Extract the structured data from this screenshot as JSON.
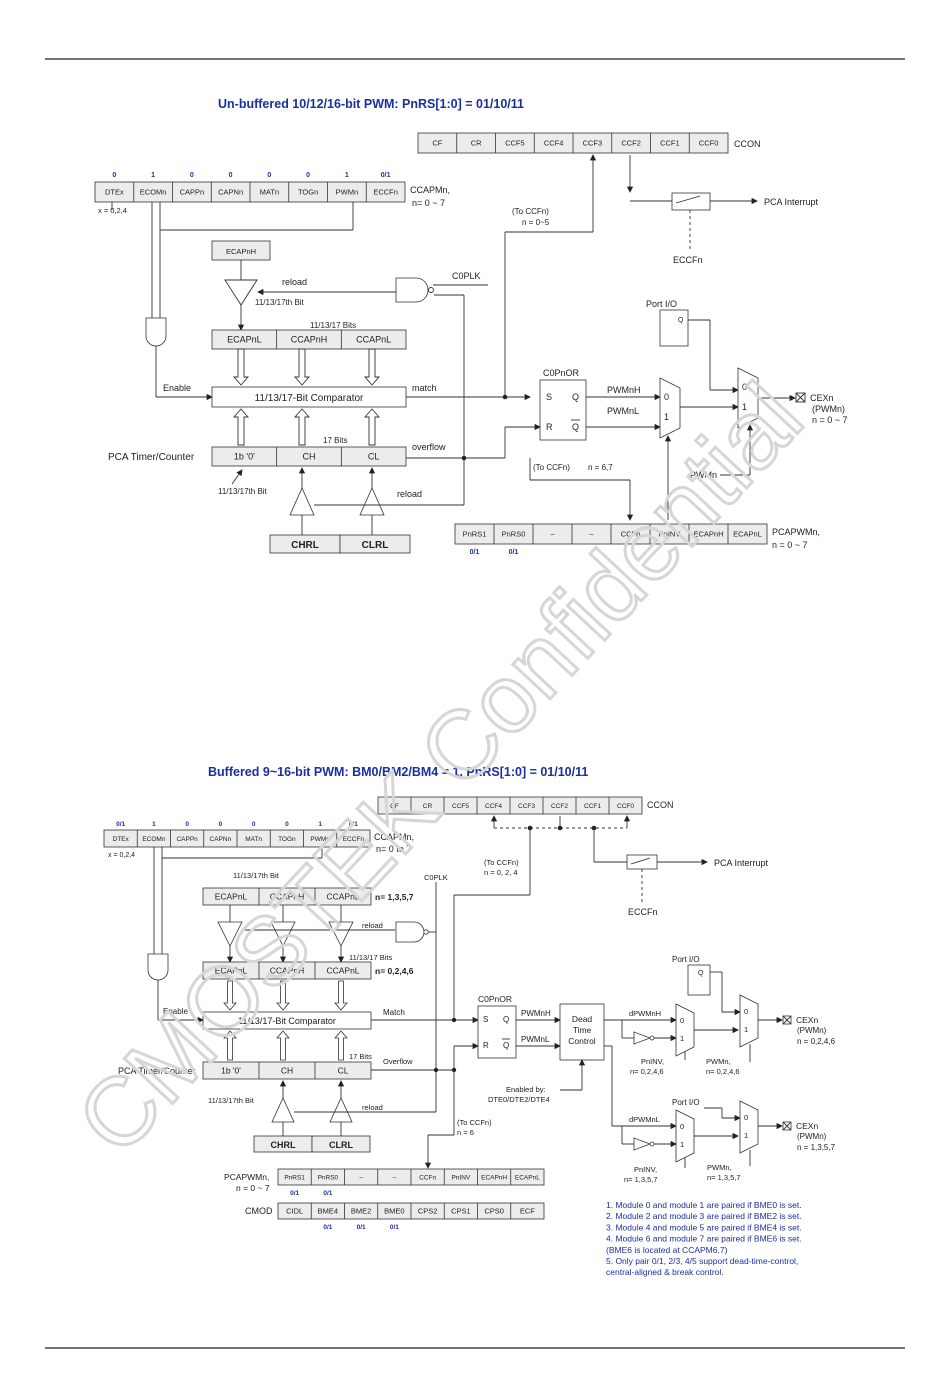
{
  "top": {
    "title": "Un-buffered 10/12/16-bit PWM: PnRS[1:0] = 01/10/11",
    "ccon_cells": [
      "CF",
      "CR",
      "CCF5",
      "CCF4",
      "CCF3",
      "CCF2",
      "CCF1",
      "CCF0"
    ],
    "ccon_label": "CCON",
    "ccap_bits": [
      "0",
      "1",
      "0",
      "0",
      "0",
      "0",
      "1",
      "0/1"
    ],
    "ccap_cells": [
      "DTEx",
      "ECOMn",
      "CAPPn",
      "CAPNn",
      "MATn",
      "TOGn",
      "PWMn",
      "ECCFn"
    ],
    "ccap_label1": "CCAPMn,",
    "ccap_label2": "n= 0 ~ 7",
    "x_note": "x = 0,2,4",
    "pca_interrupt": "PCA Interrupt",
    "eccfn": "ECCFn",
    "to_ccfn1": "(To CCFn)",
    "to_ccfn1b": "n = 0~5",
    "ecapnh": "ECAPnH",
    "reload1": "reload",
    "c0plk": "C0PLK",
    "bit_note1": "11/13/17th Bit",
    "bits_note": "11/13/17 Bits",
    "mid_cells": [
      "ECAPnL",
      "CCAPnH",
      "CCAPnL"
    ],
    "port_io": "Port I/O",
    "q": "Q",
    "and_enable": "Enable",
    "comparator": "11/13/17-Bit Comparator",
    "match": "match",
    "c0pnor": "C0PnOR",
    "s": "S",
    "r": "R",
    "q2": "Q",
    "qbar": "Q",
    "pwmnh": "PWMnH",
    "pwmnl": "PWMnL",
    "mux0": "0",
    "mux1": "1",
    "cexn": "CEXn",
    "cexn2": "(PWMn)",
    "cexn3": "n = 0 ~ 7",
    "seventeen_bits": "17 Bits",
    "overflow": "overflow",
    "pca_timer": "PCA Timer/Counter",
    "timer_cells": [
      "1b '0'",
      "CH",
      "CL"
    ],
    "bit_note2": "11/13/17th Bit",
    "reload2": "reload",
    "to_ccfn2": "(To CCFn)",
    "to_ccfn2b": "n = 6,7",
    "pwmn": "PWMn",
    "chrl": "CHRL",
    "clrl": "CLRL",
    "pcap_cells": [
      "PnRS1",
      "PnRS0",
      "–",
      "–",
      "CCFn",
      "PnINV",
      "ECAPnH",
      "ECAPnL"
    ],
    "pcap_label1": "PCAPWMn,",
    "pcap_label2": "n = 0 ~ 7",
    "pcap_bits": [
      "0/1",
      "0/1"
    ]
  },
  "bottom": {
    "title": "Buffered 9~16-bit PWM: BM0/BM2/BM4 = 1, PnRS[1:0] = 01/10/11",
    "ccon_cells": [
      "CF",
      "CR",
      "CCF5",
      "CCF4",
      "CCF3",
      "CCF2",
      "CCF1",
      "CCF0"
    ],
    "ccon_label": "CCON",
    "ccap_bits": [
      "0/1",
      "1",
      "0",
      "0",
      "0",
      "0",
      "1",
      "0/1"
    ],
    "ccap_cells": [
      "DTEx",
      "ECOMn",
      "CAPPn",
      "CAPNn",
      "MATn",
      "TOGn",
      "PWMn",
      "ECCFn"
    ],
    "ccap_label1": "CCAPMn,",
    "ccap_label2": "n= 0 to 7",
    "x_note": "x = 0,2,4",
    "bit_note": "11/13/17th Bit",
    "c0plk": "C0PLK",
    "to_ccfn": "(To CCFn)",
    "to_ccfn_b": "n = 0, 2, 4",
    "pca_interrupt": "PCA Interrupt",
    "eccfn": "ECCFn",
    "upper_cells": [
      "ECAPnL",
      "CCAPnH",
      "CCAPnL"
    ],
    "upper_n": "n= 1,3,5,7",
    "reload1": "reload",
    "bits_note": "11/13/17 Bits",
    "lower_cells": [
      "ECAPnL",
      "CCAPnH",
      "CCAPnL"
    ],
    "lower_n": "n= 0,2,4,6",
    "enable": "Enable",
    "comparator": "11/13/17-Bit Comparator",
    "match": "Match",
    "c0pnor": "C0PnOR",
    "s": "S",
    "r": "R",
    "q": "Q",
    "qbar": "Q",
    "pwmnh": "PWMnH",
    "pwmnl": "PWMnL",
    "dead1": "Dead",
    "dead2": "Time",
    "dead3": "Control",
    "enabled_by": "Enabled by:",
    "enabled_by2": "DTE0/DTE2/DTE4",
    "dpwmnh": "dPWMnH",
    "dpwmnl": "dPWMnL",
    "port_io1": "Port I/O",
    "port_io2": "Port I/O",
    "pninv1": "PnINV,",
    "pninv1b": "n= 0,2,4,6",
    "pwmn1": "PWMn,",
    "pwmn1b": "n= 0,2,4,6",
    "pninv2": "PnINV,",
    "pninv2b": "n= 1,3,5,7",
    "pwmn2": "PWMn,",
    "pwmn2b": "n= 1,3,5,7",
    "cexn_a1": "CEXn",
    "cexn_a2": "(PWMn)",
    "cexn_a3": "n = 0,2,4,6",
    "cexn_b1": "CEXn",
    "cexn_b2": "(PWMn)",
    "cexn_b3": "n = 1,3,5,7",
    "seventeen": "17 Bits",
    "overflow": "Overflow",
    "pca_timer": "PCA Timer/Counter",
    "timer_cells": [
      "1b '0'",
      "CH",
      "CL"
    ],
    "bit_note2": "11/13/17th Bit",
    "reload2": "reload",
    "to_ccfn2": "(To CCFn)",
    "to_ccfn2b": "n = 6",
    "chrl": "CHRL",
    "clrl": "CLRL",
    "pcap_label1": "PCAPWMn,",
    "pcap_label2": "n = 0 ~ 7",
    "pcap_cells": [
      "PnRS1",
      "PnRS0",
      "–",
      "–",
      "CCFn",
      "PnINV",
      "ECAPnH",
      "ECAPnL"
    ],
    "pcap_bits": [
      "0/1",
      "0/1"
    ],
    "cmod_label": "CMOD",
    "cmod_cells": [
      "CIDL",
      "BME4",
      "BME2",
      "BME0",
      "CPS2",
      "CPS1",
      "CPS0",
      "ECF"
    ],
    "cmod_bits": [
      "0/1",
      "0/1",
      "0/1"
    ],
    "notes": [
      "1. Module 0 and module 1 are paired if BME0 is set.",
      "2. Module 2 and module 3 are paired if BME2 is set.",
      "3. Module 4 and module 5 are paired if BME4 is set.",
      "4. Module 6 and module 7 are paired if BME6 is set.",
      "    (BME6 is located at CCAPM6.7)",
      "5. Only pair 0/1, 2/3, 4/5 support dead-time-control,",
      "    central-aligned & break control."
    ]
  },
  "watermark": "CMOSTEK Confidential"
}
